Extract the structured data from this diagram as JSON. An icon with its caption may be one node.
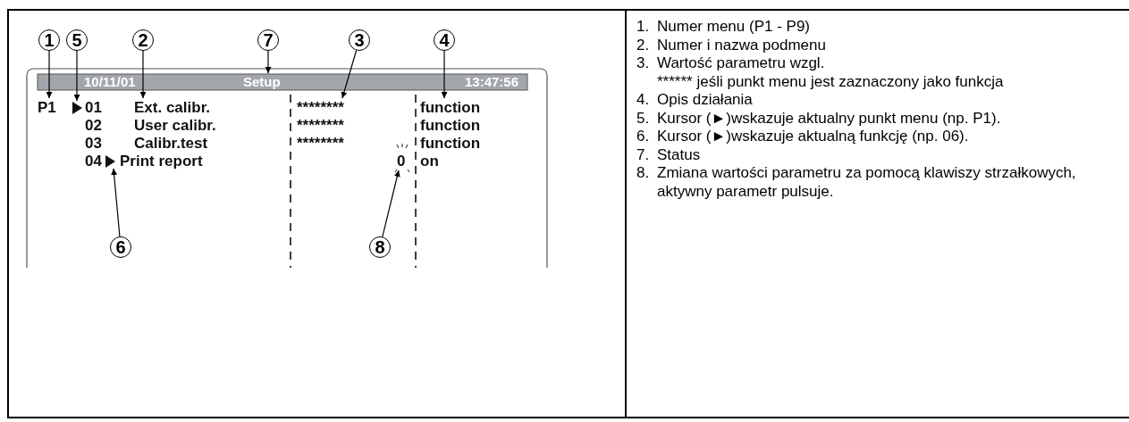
{
  "diagram": {
    "nodes": [
      {
        "text": [
          "1"
        ]
      },
      {
        "text": [
          "5"
        ]
      },
      {
        "text": [
          "2"
        ]
      },
      {
        "text": [
          "7"
        ]
      },
      {
        "text": [
          "3"
        ]
      },
      {
        "text": [
          "4"
        ]
      },
      {
        "text": [
          "6"
        ]
      },
      {
        "text": [
          "8"
        ]
      },
      {
        "text": [
          "P1"
        ]
      },
      {
        "text": [],
        "shape": "triangle"
      },
      {
        "text": [
          "Ext. calibr."
        ]
      },
      {
        "text": [
          "Setup"
        ]
      },
      {
        "text": [
          "********"
        ]
      },
      {
        "text": [
          "function"
        ]
      },
      {
        "text": [],
        "shape": "triangle"
      },
      {
        "text": [
          "0"
        ]
      }
    ],
    "edges": [
      {
        "from": 0,
        "to": 8,
        "arrow": "to"
      },
      {
        "from": 1,
        "to": 9,
        "arrow": "to"
      },
      {
        "from": 2,
        "to": 10,
        "arrow": "to"
      },
      {
        "from": 3,
        "to": 11,
        "arrow": "to"
      },
      {
        "from": 4,
        "to": 12,
        "arrow": "to"
      },
      {
        "from": 5,
        "to": 13,
        "arrow": "to"
      },
      {
        "from": 6,
        "to": 14,
        "arrow": "to"
      },
      {
        "from": 7,
        "to": 15,
        "arrow": "to"
      }
    ],
    "labels": [
      "10/11/01",
      "13:47:56",
      "01",
      "02",
      "User calibr.",
      "********",
      "function",
      "03",
      "Calibr.test",
      "********",
      "function",
      "04",
      "Print report",
      "on",
      "1.",
      "Numer menu (P1 - P9)",
      "2.",
      "Numer i nazwa podmenu",
      "3.",
      "Wartość parametru wzgl.",
      "****** jeśli punkt menu jest zaznaczony jako funkcja",
      "4.",
      "Opis działania",
      "5.",
      "Kursor (►)wskazuje aktualny punkt menu (np. P1).",
      "6.",
      "Kursor (►)wskazuje aktualną funkcję (np. 06).",
      "7.",
      "Status",
      "8.",
      "Zmiana wartości parametru za pomocą klawiszy strzałkowych, aktywny parametr pulsuje."
    ]
  }
}
